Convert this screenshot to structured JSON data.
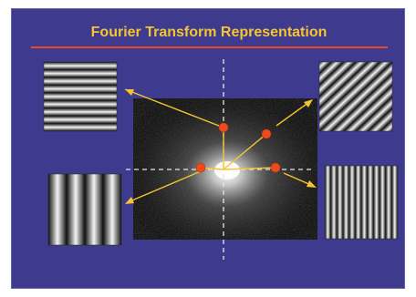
{
  "slide": {
    "title": "Fourier Transform Representation"
  },
  "colors": {
    "background": "#3e3a8e",
    "border": "#6a669a",
    "title": "#f5c531",
    "rule": "#e8482c",
    "arrow": "#f5c531",
    "dot": "#ee4a1c",
    "axis": "#e8e8e8",
    "spectrum_background": "#000000"
  },
  "spectrum": {
    "description_icon": "fourier-magnitude-spectrum",
    "frequency_points": [
      {
        "id": "vertical-frequency-point",
        "grating": "horizontal-stripes"
      },
      {
        "id": "diagonal-frequency-point",
        "grating": "diagonal-stripes"
      },
      {
        "id": "low-horizontal-frequency-point",
        "grating": "wide-vertical-stripes"
      },
      {
        "id": "high-horizontal-frequency-point",
        "grating": "narrow-vertical-stripes"
      }
    ]
  },
  "gratings": [
    {
      "id": "horizontal-stripes",
      "orientation": "horizontal",
      "cycles": 9
    },
    {
      "id": "diagonal-stripes",
      "orientation": "diagonal",
      "cycles": 12
    },
    {
      "id": "wide-vertical-stripes",
      "orientation": "vertical",
      "cycles": 4
    },
    {
      "id": "narrow-vertical-stripes",
      "orientation": "vertical",
      "cycles": 12
    }
  ]
}
